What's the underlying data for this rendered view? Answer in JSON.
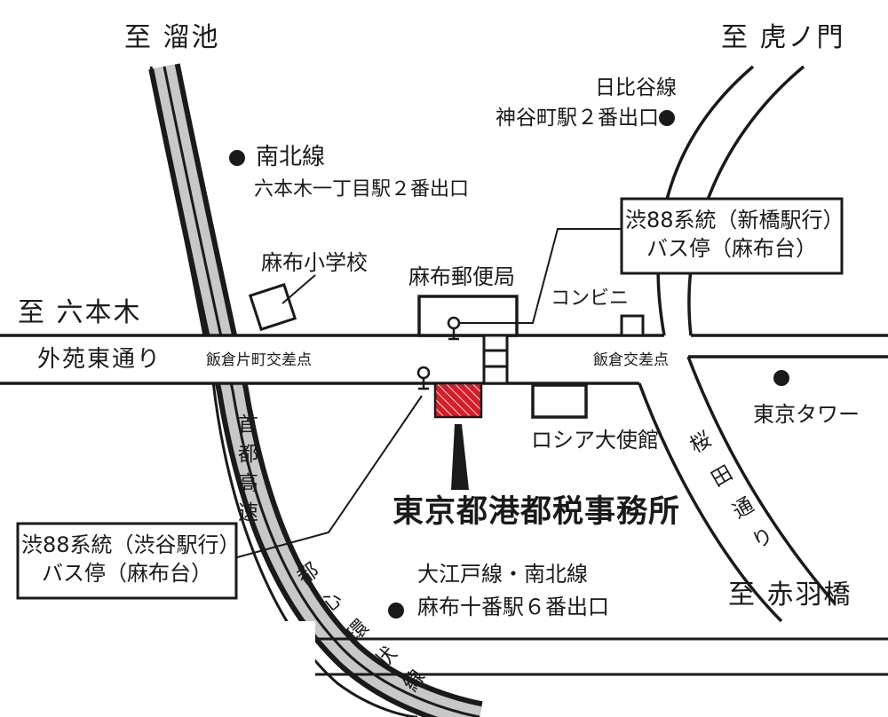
{
  "directions": {
    "north_west": "至 溜池",
    "north_east": "至 虎ノ門",
    "west": "至 六本木",
    "south_east": "至 赤羽橋"
  },
  "roads": {
    "main_street": "外苑東通り",
    "expressway_chars": [
      "首",
      "都",
      "高",
      "速",
      "都",
      "心",
      "環",
      "状",
      "線"
    ],
    "sakurada_chars": [
      "桜",
      "田",
      "通",
      "り"
    ]
  },
  "intersections": {
    "west": "飯倉片町交差点",
    "east": "飯倉交差点"
  },
  "stations": {
    "nanboku_line": "南北線",
    "roppongi_1chome": "六本木一丁目駅２番出口",
    "hibiya_line": "日比谷線",
    "kamiyacho": "神谷町駅２番出口",
    "oedo_nanboku": "大江戸線・南北線",
    "azabu_juban": "麻布十番駅６番出口"
  },
  "landmarks": {
    "azabu_school": "麻布小学校",
    "post_office": "麻布郵便局",
    "convenience_store": "コンビニ",
    "russian_embassy": "ロシア大使館",
    "tokyo_tower": "東京タワー"
  },
  "bus_stops": {
    "shinbashi": {
      "route": "渋88系統（新橋駅行）",
      "stop": "バス停（麻布台）"
    },
    "shibuya": {
      "route": "渋88系統（渋谷駅行）",
      "stop": "バス停（麻布台）"
    }
  },
  "target": {
    "name": "東京都港都税事務所",
    "color": "#d21f2a"
  },
  "colors": {
    "ink": "#1a1a1a",
    "expressway_fill": "#c8c8c8"
  }
}
